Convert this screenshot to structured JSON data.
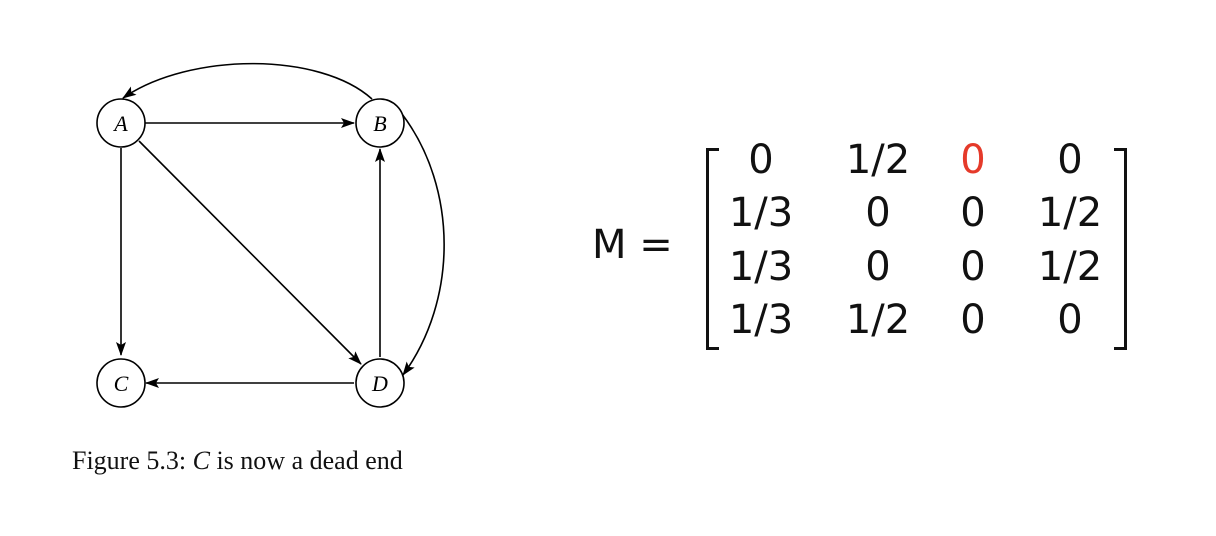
{
  "graph": {
    "nodes": [
      "A",
      "B",
      "C",
      "D"
    ],
    "edges": [
      {
        "from": "A",
        "to": "B"
      },
      {
        "from": "A",
        "to": "C"
      },
      {
        "from": "A",
        "to": "D"
      },
      {
        "from": "B",
        "to": "A"
      },
      {
        "from": "B",
        "to": "D"
      },
      {
        "from": "D",
        "to": "B"
      },
      {
        "from": "D",
        "to": "C"
      }
    ]
  },
  "caption": {
    "prefix": "Figure 5.3:",
    "var": "C",
    "suffix": "is now a dead end"
  },
  "matrix": {
    "lhs": "M =",
    "rows": [
      [
        "0",
        "1/2",
        "0",
        "0"
      ],
      [
        "1/3",
        "0",
        "0",
        "1/2"
      ],
      [
        "1/3",
        "0",
        "0",
        "1/2"
      ],
      [
        "1/3",
        "1/2",
        "0",
        "0"
      ]
    ],
    "highlight": {
      "row": 0,
      "col": 2,
      "color": "#e53a2a"
    }
  }
}
